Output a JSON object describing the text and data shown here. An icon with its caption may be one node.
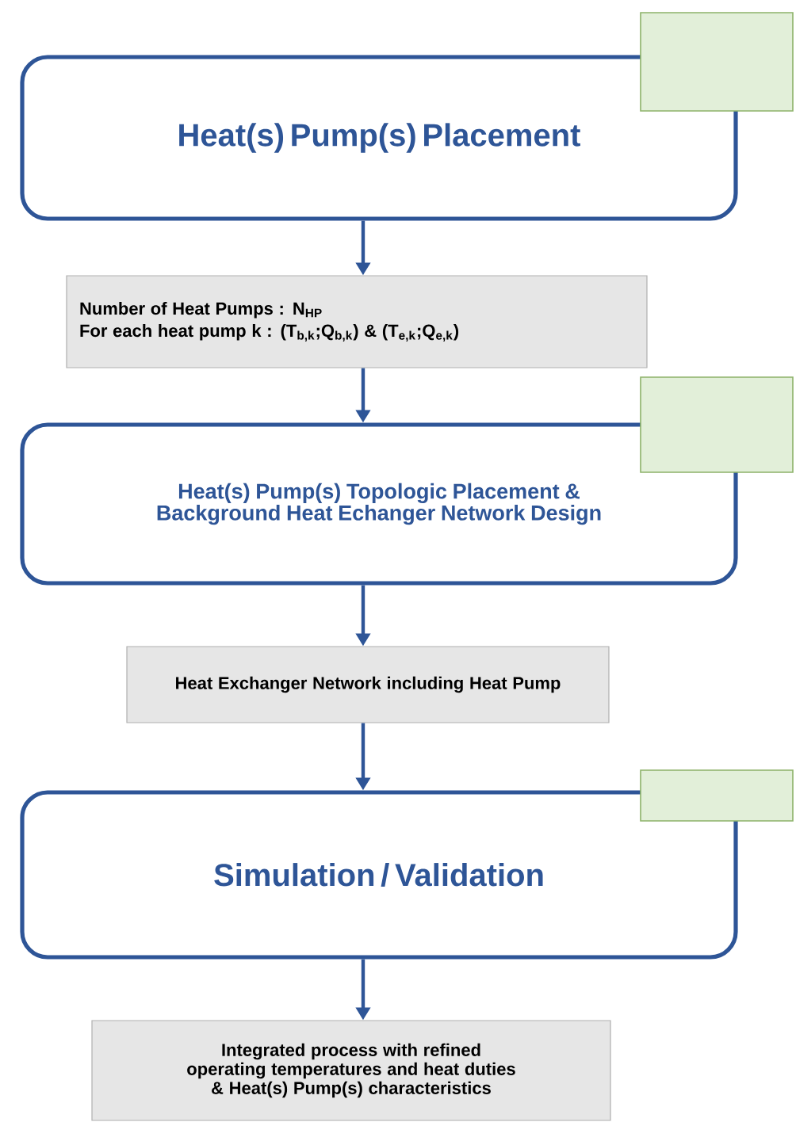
{
  "diagram": {
    "nodes": [
      {
        "text": [
          "Heat(s) Pump(s) Placement"
        ]
      },
      {
        "text": [],
        "shape": "box"
      },
      {
        "text": [
          "Number of Heat Pumps : N$_{HP}$",
          "For each heat pump k : (T$_{b,k}$;Q$_{b,k}$) & (T$_{e,k}$;Q$_{e,k}$)"
        ]
      },
      {
        "text": [
          "Heat(s) Pump(s) Topologic Placement & Background Heat Echanger Network Design"
        ]
      },
      {
        "text": [],
        "shape": "box"
      },
      {
        "text": [
          "Heat Exchanger Network including Heat Pump"
        ]
      },
      {
        "text": [
          "Simulation / Validation"
        ]
      },
      {
        "text": [],
        "shape": "box"
      },
      {
        "text": [
          "Integrated process with refined operating temperatures and heat duties & Heat(s) Pump(s) characteristics"
        ]
      }
    ],
    "edges": [
      {
        "from": 0,
        "to": 2,
        "arrow": "to"
      },
      {
        "from": 2,
        "to": 3,
        "arrow": "to"
      },
      {
        "from": 3,
        "to": 5,
        "arrow": "to"
      },
      {
        "from": 5,
        "to": 6,
        "arrow": "to"
      },
      {
        "from": 6,
        "to": 8,
        "arrow": "to"
      }
    ]
  }
}
